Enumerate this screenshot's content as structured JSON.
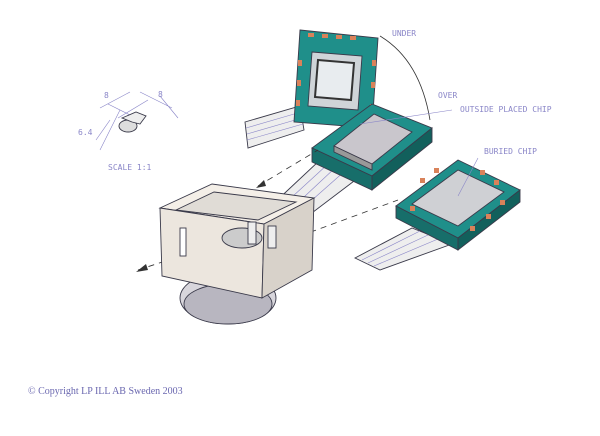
{
  "labels": {
    "under": "UNDER",
    "over": "OVER",
    "outside_placed_chip": "OUTSIDE PLACED CHIP",
    "buried_chip": "BURIED CHIP",
    "scale": "SCALE 1:1",
    "dim_width": "8",
    "dim_depth": "8",
    "dim_height": "6.4"
  },
  "copyright": "© Copyright LP ILL AB Sweden 2003",
  "colors": {
    "teal": "#1f8f8a",
    "pin": "#d9825a",
    "chip": "#c9c6cc",
    "label": "#8a86c8"
  }
}
